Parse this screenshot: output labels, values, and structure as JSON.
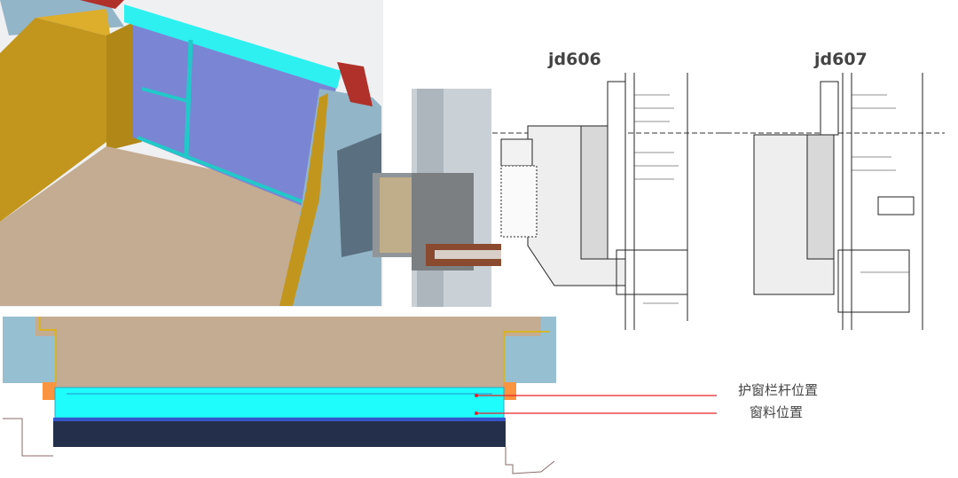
{
  "drawings": {
    "left_title": "jd606",
    "right_title": "jd607"
  },
  "plan_labels": {
    "guardrail_position": "护窗栏杆位置",
    "window_frame_position": "窗料位置"
  },
  "colors": {
    "glass_cyan": "#1ffcfc",
    "wall_blue": "#96bfd2",
    "floor_tan": "#c4ac93",
    "frame_orange": "#fb9440",
    "leader_red": "#e8202a",
    "sill_navy": "#242f4c"
  }
}
